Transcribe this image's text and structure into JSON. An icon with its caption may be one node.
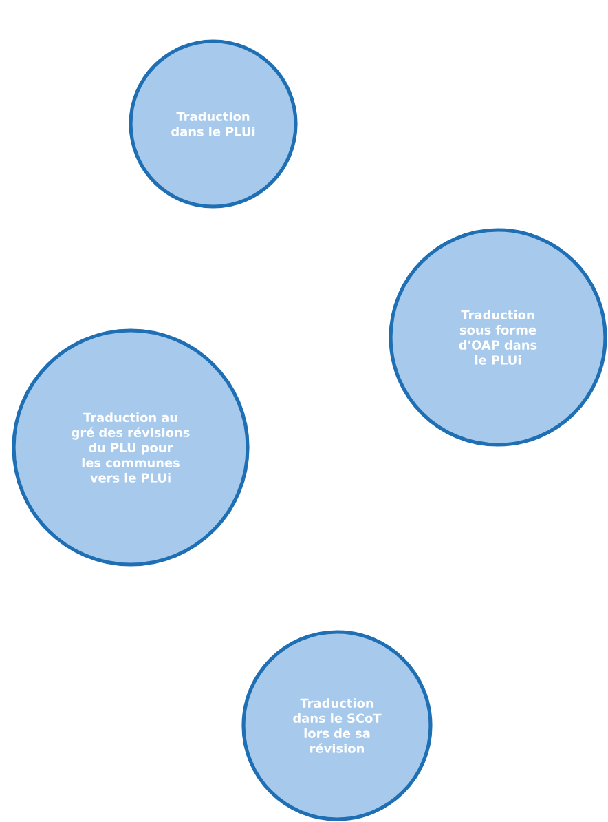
{
  "diagram": {
    "nodes": [
      {
        "text": [
          "Traduction dans le PLUi"
        ]
      },
      {
        "text": [
          "Traduction sous forme d'OAP dans le PLUi"
        ]
      },
      {
        "text": [
          "Traduction au gré des révisions du PLU pour les communes vers le PLUi"
        ]
      },
      {
        "text": [
          "Traduction dans le SCoT lors de sa révision"
        ]
      }
    ]
  }
}
